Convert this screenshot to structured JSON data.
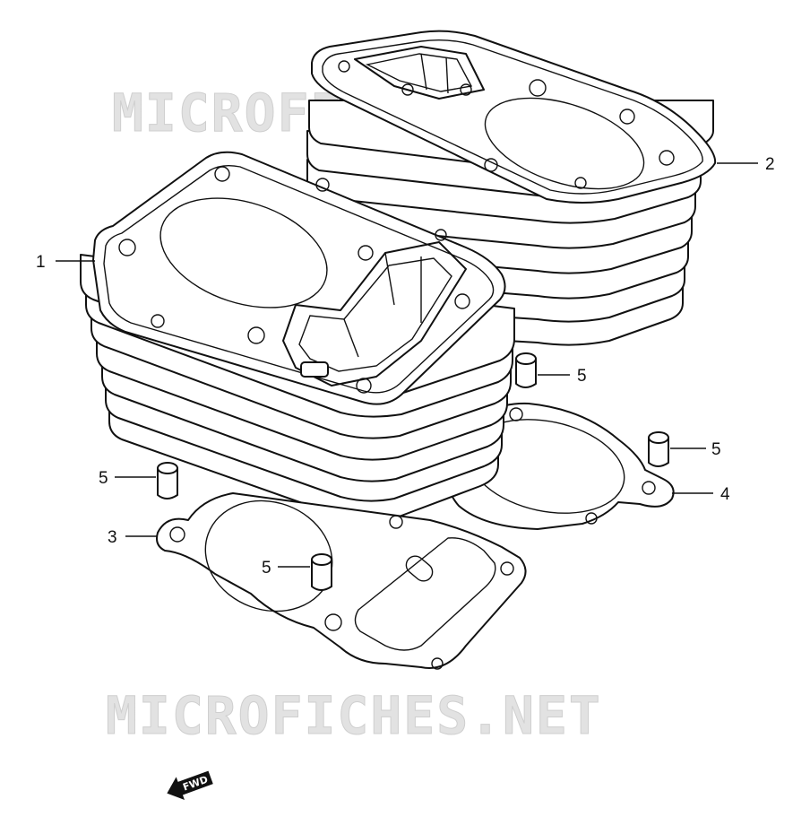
{
  "watermark": {
    "text_top": "MICROFICHES.NET",
    "text_bottom": "MICROFICHES.NET"
  },
  "callouts": [
    {
      "id": "1",
      "label": "1",
      "part": "front cylinder"
    },
    {
      "id": "2",
      "label": "2",
      "part": "rear cylinder"
    },
    {
      "id": "3",
      "label": "3",
      "part": "front cylinder base gasket"
    },
    {
      "id": "4",
      "label": "4",
      "part": "rear cylinder base gasket"
    },
    {
      "id": "5a",
      "label": "5",
      "part": "dowel pin"
    },
    {
      "id": "5b",
      "label": "5",
      "part": "dowel pin"
    },
    {
      "id": "5c",
      "label": "5",
      "part": "dowel pin"
    },
    {
      "id": "5d",
      "label": "5",
      "part": "dowel pin"
    }
  ],
  "direction_indicator": {
    "label": "FWD",
    "icon": "arrow-left-icon"
  }
}
